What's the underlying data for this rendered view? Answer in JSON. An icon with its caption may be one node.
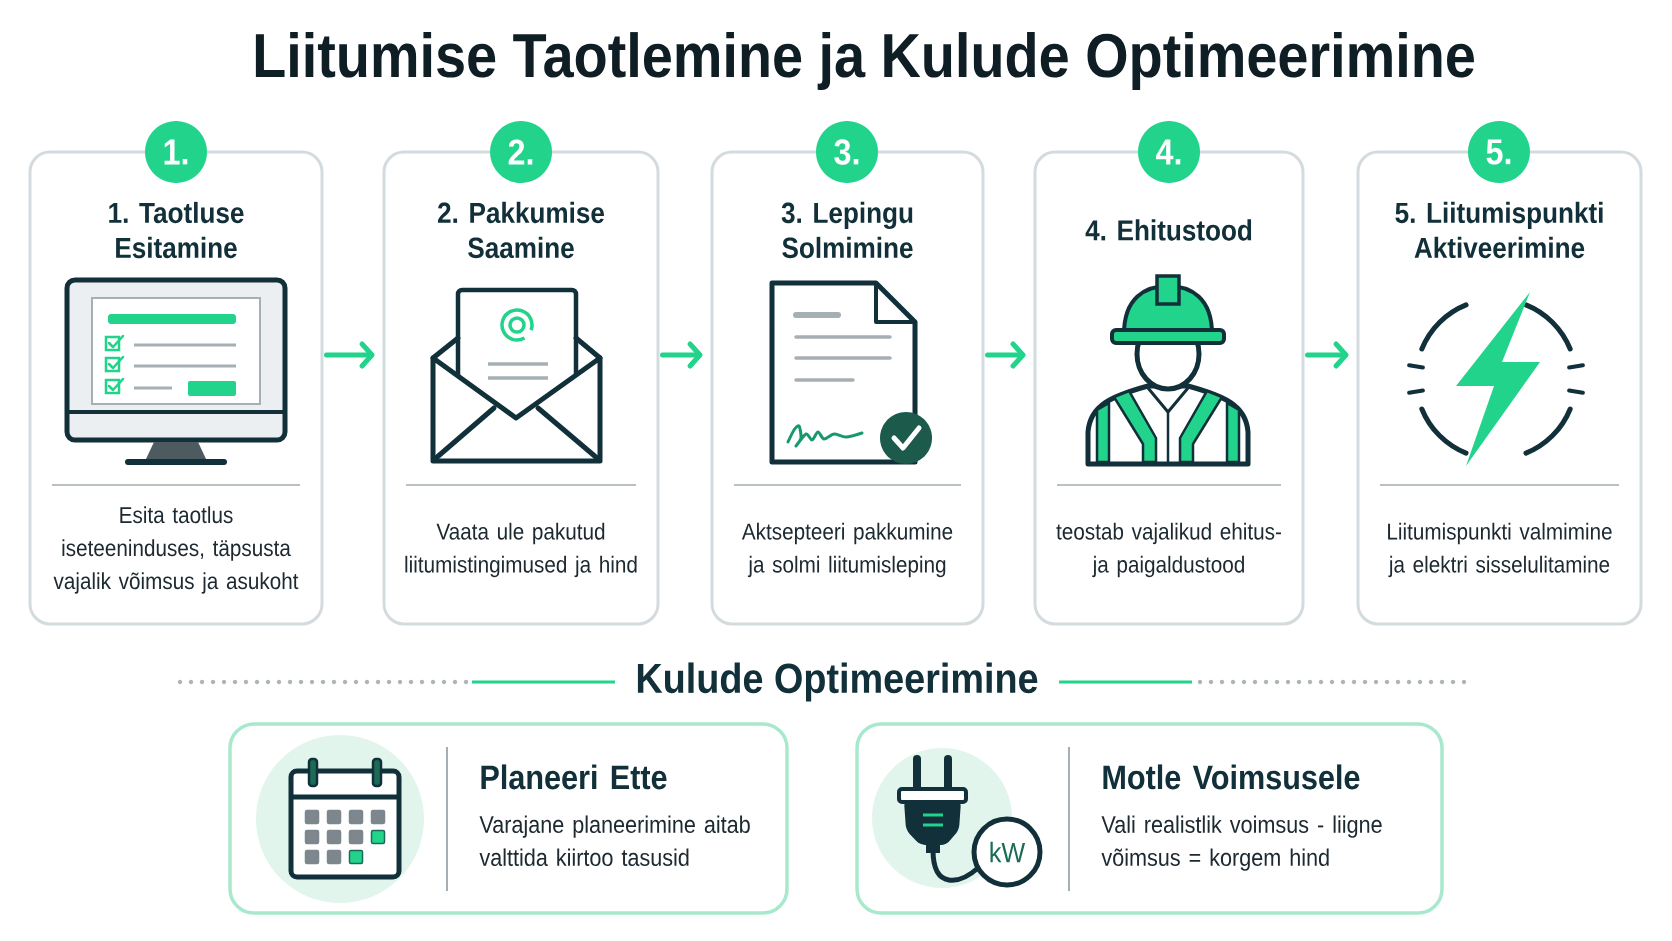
{
  "diagram": {
    "title": "Liitumise Taotlemine ja Kulude Optimeerimine",
    "nodes": [
      {
        "text": [
          "1."
        ]
      },
      {
        "text": [
          "1. Taotluse Esitamine",
          "Esita taotlus iseteeninduses, täpsusta vajalik võimsus ja asukoht"
        ]
      },
      {
        "text": [
          "2."
        ]
      },
      {
        "text": [
          "2. Pakkumise Saamine",
          "Vaata ule pakutud liitumistingimused ja hind"
        ]
      },
      {
        "text": [
          "3."
        ]
      },
      {
        "text": [
          "3. Lepingu Solmimine",
          "Aktsepteeri pakkumine ja solmi liitumisleping"
        ]
      },
      {
        "text": [
          "4."
        ]
      },
      {
        "text": [
          "4. Ehitustood",
          "teostab vajalikud ehitus- ja paigaldustood"
        ]
      },
      {
        "text": [
          "5."
        ]
      },
      {
        "text": [
          "5. Liitumispunkti Aktiveerimine",
          "Liitumispunkti valmimine ja elektri sisselulitamine"
        ]
      },
      {
        "text": [
          "Planeeri Ette",
          "Varajane planeerimine aitab valttida kiirtoo tasusid"
        ]
      },
      {
        "text": [
          "Motle Voimsusele",
          "Vali realistlik voimsus - liigne võimsus = korgem hind"
        ]
      },
      {
        "text": [
          "kW"
        ],
        "in": 11
      }
    ],
    "edges": [
      {
        "from": 1,
        "to": 3,
        "arrow": "to"
      },
      {
        "from": 3,
        "to": 5,
        "arrow": "to"
      },
      {
        "from": 5,
        "to": 7,
        "arrow": "to"
      },
      {
        "from": 7,
        "to": 9,
        "arrow": "to"
      }
    ],
    "labels": [
      "Kulude Optimeerimine"
    ]
  }
}
